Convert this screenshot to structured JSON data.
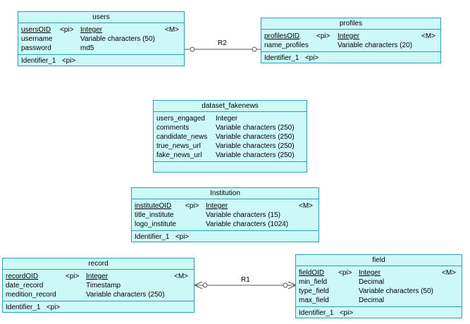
{
  "entities": {
    "users": {
      "title": "users",
      "attrs": [
        {
          "name": "usersOID",
          "flag": "<pi>",
          "type": "Integer",
          "mand": "<M>"
        },
        {
          "name": "username",
          "type": "Variable characters (50)"
        },
        {
          "name": "password",
          "type": "md5"
        }
      ],
      "identifier": "Identifier_1   <pi>"
    },
    "profiles": {
      "title": "profiles",
      "attrs": [
        {
          "name": "profilesOID",
          "flag": "<pi>",
          "type": "Integer",
          "mand": "<M>"
        },
        {
          "name": "name_profiles",
          "type": "Variable characters (20)"
        }
      ],
      "identifier": "Identifier_1   <pi>"
    },
    "dataset": {
      "title": "dataset_fakenews",
      "attrs": [
        {
          "name": "users_engaged",
          "type": "Integer"
        },
        {
          "name": "comments",
          "type": "Variable characters (250)"
        },
        {
          "name": "candidate_news",
          "type": "Variable characters (250)"
        },
        {
          "name": "true_news_url",
          "type": "Variable characters (250)"
        },
        {
          "name": "fake_news_url",
          "type": "Variable characters (250)"
        }
      ]
    },
    "institution": {
      "title": "Institution",
      "attrs": [
        {
          "name": "instituteOID",
          "flag": "<pi>",
          "type": "Integer",
          "mand": "<M>"
        },
        {
          "name": "title_institute",
          "type": "Variable characters (15)"
        },
        {
          "name": "logo_institute",
          "type": "Variable characters (1024)"
        }
      ],
      "identifier": "Identifier_1   <pi>"
    },
    "record": {
      "title": "record",
      "attrs": [
        {
          "name": "recordOID",
          "flag": "<pi>",
          "type": "Integer",
          "mand": "<M>"
        },
        {
          "name": "date_record",
          "type": "Timestamp"
        },
        {
          "name": "medition_record",
          "type": "Variable characters (250)"
        }
      ],
      "identifier": "Identifier_1   <pi>"
    },
    "field": {
      "title": "field",
      "attrs": [
        {
          "name": "fieldOID",
          "flag": "<pi>",
          "type": "Integer",
          "mand": "<M>"
        },
        {
          "name": "min_field",
          "type": "Decimal"
        },
        {
          "name": "type_field",
          "type": "Variable characters (50)"
        },
        {
          "name": "max_field",
          "type": "Decimal"
        }
      ],
      "identifier": "Identifier_1   <pi>"
    }
  },
  "relations": {
    "r2": {
      "label": "R2"
    },
    "r1": {
      "label": "R1"
    }
  },
  "colors": {
    "fill": "#cdf8f8",
    "border": "#2a9fae"
  }
}
